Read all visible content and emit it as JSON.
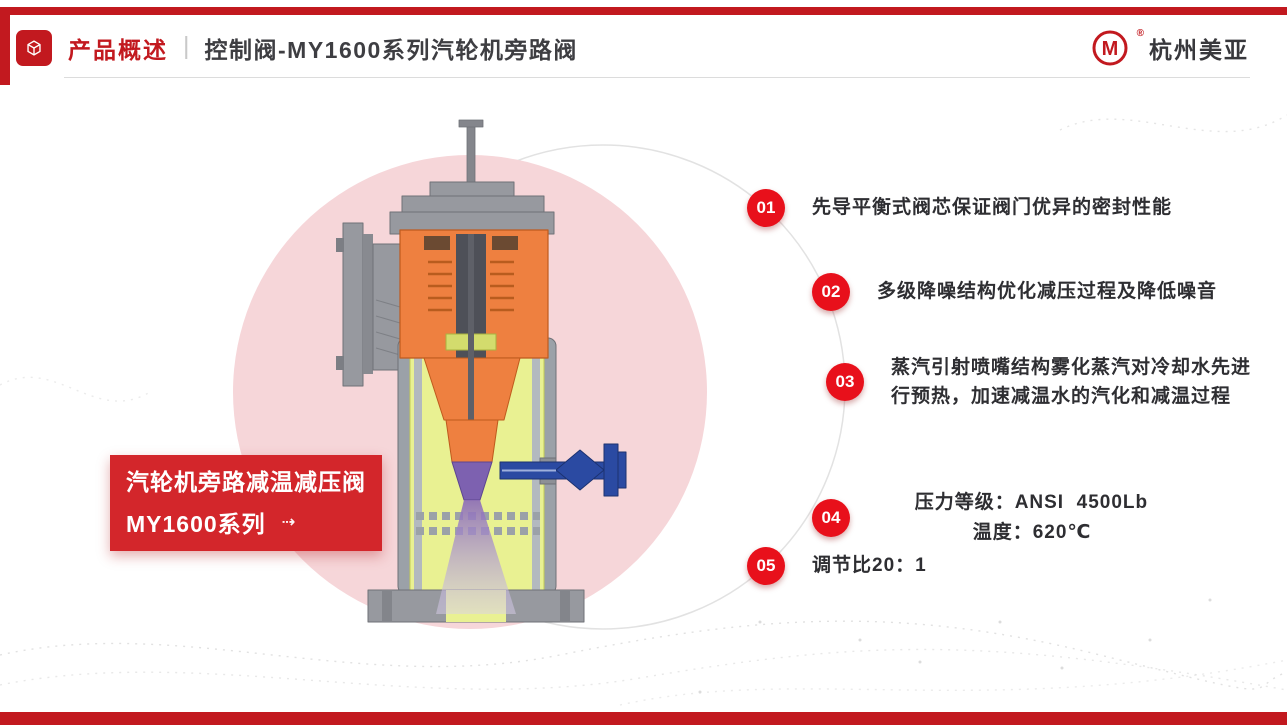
{
  "header": {
    "section_label": "产品概述",
    "divider": "|",
    "title": "控制阀-MY1600系列汽轮机旁路阀",
    "brand": {
      "logo_letter": "M",
      "registered": "®",
      "name": "杭州美亚"
    }
  },
  "product_label": {
    "line1": "汽轮机旁路减温减压阀",
    "line2": "MY1600系列",
    "arrow_icon": "⇢"
  },
  "features": [
    {
      "number": "01",
      "text": "先导平衡式阀芯保证阀门优异的密封性能"
    },
    {
      "number": "02",
      "text": "多级降噪结构优化减压过程及降低噪音"
    },
    {
      "number": "03",
      "text": "蒸汽引射喷嘴结构雾化蒸汽对冷却水先进行预热，加速减温水的汽化和减温过程"
    },
    {
      "number": "04",
      "text": "压力等级：ANSI  4500Lb",
      "text2": "温度：620℃"
    },
    {
      "number": "05",
      "text": "调节比20：1"
    }
  ],
  "colors": {
    "accent_red": "#c2191f",
    "badge_red": "#e8101b",
    "label_red": "#d3262b",
    "circle_pink": "#f6d6d9",
    "valve_orange": "#ee8040",
    "valve_gray": "#97999f",
    "valve_yellow": "#e9f192",
    "valve_blue": "#2b4aa2",
    "spray_purple": "#7d61b0"
  }
}
